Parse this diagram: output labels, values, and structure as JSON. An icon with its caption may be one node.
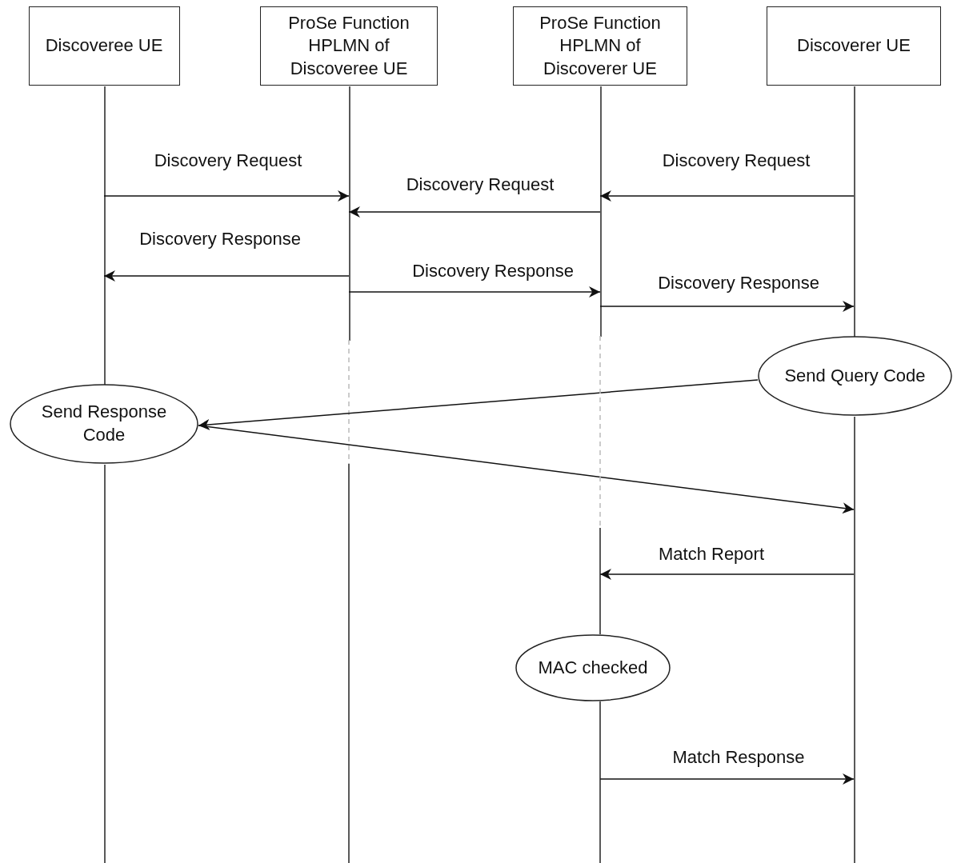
{
  "diagram": {
    "nodes": [
      {
        "text": [
          "Discoveree UE"
        ]
      },
      {
        "text": [
          "ProSe Function HPLMN of Discoveree UE"
        ]
      },
      {
        "text": [
          "ProSe Function HPLMN of Discoverer UE"
        ]
      },
      {
        "text": [
          "Discoverer UE"
        ]
      },
      {
        "text": [
          "Send Query Code"
        ]
      },
      {
        "text": [
          "Send Response Code"
        ]
      },
      {
        "text": [
          "MAC checked"
        ]
      }
    ],
    "edges": [
      {
        "from": 0,
        "to": 1,
        "arrow": "to",
        "label": "Discovery Request"
      },
      {
        "from": 3,
        "to": 2,
        "arrow": "to",
        "label": "Discovery Request"
      },
      {
        "from": 2,
        "to": 1,
        "arrow": "to",
        "label": "Discovery Request"
      },
      {
        "from": 1,
        "to": 0,
        "arrow": "to",
        "label": "Discovery Response"
      },
      {
        "from": 1,
        "to": 2,
        "arrow": "to",
        "label": "Discovery Response"
      },
      {
        "from": 2,
        "to": 3,
        "arrow": "to",
        "label": "Discovery Response"
      },
      {
        "from": 4,
        "to": 5,
        "arrow": "to"
      },
      {
        "from": 5,
        "to": 3,
        "arrow": "to"
      },
      {
        "from": 3,
        "to": 6,
        "arrow": "to",
        "label": "Match Report"
      },
      {
        "from": 6,
        "to": 3,
        "arrow": "to",
        "label": "Match Response"
      },
      {
        "from": 2,
        "to": 6,
        "arrow": "none",
        "style": "dashed",
        "color": "#bbbbbb"
      }
    ]
  }
}
